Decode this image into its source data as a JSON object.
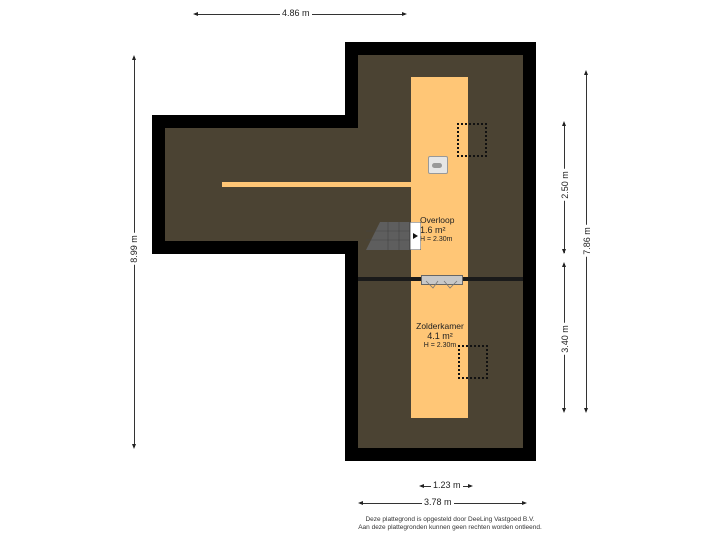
{
  "floorplan": {
    "colors": {
      "wall": "#000000",
      "floor": "#4b4333",
      "highlight": "#ffc676",
      "background": "#ffffff"
    },
    "dimensions": {
      "top_width": "4.86 m",
      "left_height": "8.99 m",
      "right_total": "7.86 m",
      "right_upper": "2.50 m",
      "right_lower": "3.40 m",
      "bottom_inner": "1.23 m",
      "bottom_total": "3.78 m"
    },
    "rooms": [
      {
        "name": "Overloop",
        "area": "1.6 m²",
        "height": "H = 2.30m"
      },
      {
        "name": "Zolderkamer",
        "area": "4.1 m²",
        "height": "H = 2.30m"
      }
    ],
    "footer": {
      "line1": "Deze plattegrond is opgesteld door DeeLing Vastgoed B.V.",
      "line2": "Aan deze plattegronden kunnen geen rechten worden ontleend."
    }
  }
}
